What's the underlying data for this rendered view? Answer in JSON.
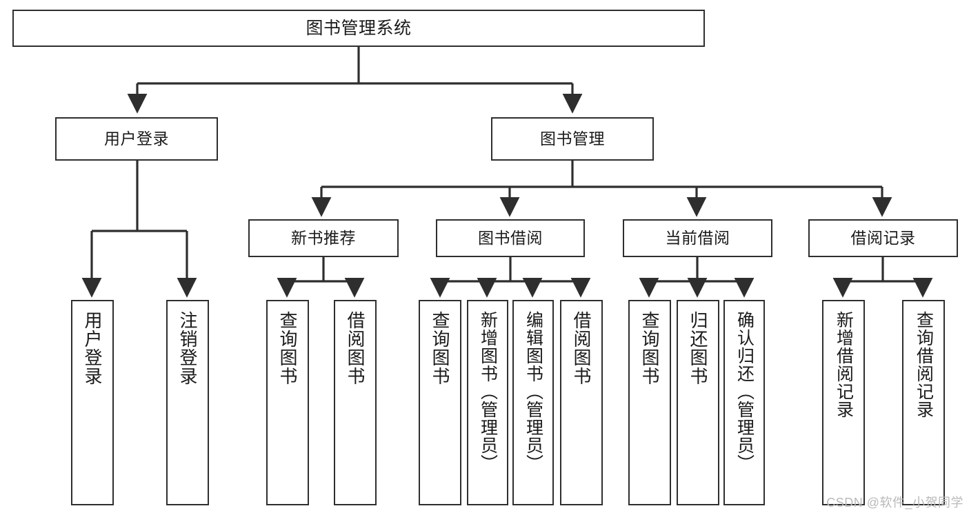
{
  "diagram": {
    "title": "图书管理系统",
    "type": "tree-hierarchy-chart",
    "watermark": "CSDN @软件_小贺同学",
    "colors": {
      "background": "#ffffff",
      "box_border": "#2e2e2e",
      "box_fill": "#ffffff",
      "connector": "#2e2e2e",
      "text": "#1a1a1a",
      "watermark": "#b9b9b9"
    },
    "root": {
      "label": "图书管理系统"
    },
    "level2": [
      {
        "label": "用户登录"
      },
      {
        "label": "图书管理"
      }
    ],
    "level3": [
      {
        "label": "新书推荐"
      },
      {
        "label": "图书借阅"
      },
      {
        "label": "当前借阅"
      },
      {
        "label": "借阅记录"
      }
    ],
    "leaves": {
      "user_login": [
        {
          "label": "用户登录"
        },
        {
          "label": "注销登录"
        }
      ],
      "new_book_recommend": [
        {
          "label": "查询图书"
        },
        {
          "label": "借阅图书"
        }
      ],
      "book_borrow": [
        {
          "label": "查询图书"
        },
        {
          "label": "新增图书（管理员）"
        },
        {
          "label": "编辑图书（管理员）"
        },
        {
          "label": "借阅图书"
        }
      ],
      "current_borrow": [
        {
          "label": "查询图书"
        },
        {
          "label": "归还图书"
        },
        {
          "label": "确认归还（管理员）"
        }
      ],
      "borrow_record": [
        {
          "label": "新增借阅记录"
        },
        {
          "label": "查询借阅记录"
        }
      ]
    }
  }
}
